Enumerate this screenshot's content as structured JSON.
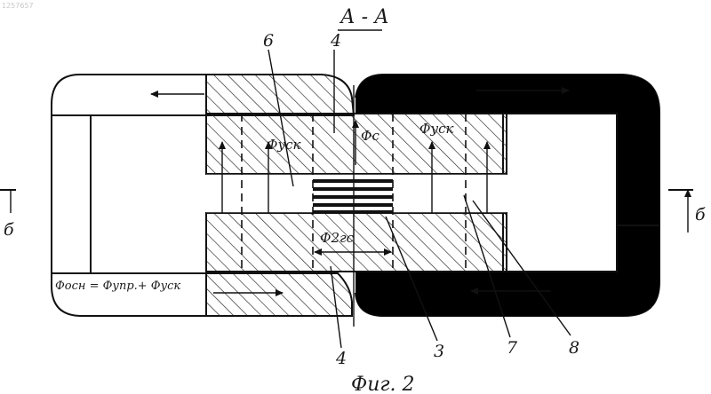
{
  "figure": {
    "corner_mark": "1257657",
    "section_title": "А - А",
    "caption": "Фиг. 2"
  },
  "labels": {
    "ref_6": "6",
    "ref_4_top": "4",
    "ref_4_bottom": "4",
    "ref_3": "3",
    "ref_7": "7",
    "ref_8": "8",
    "section_left": "б",
    "section_right": "б"
  },
  "flux": {
    "f_usk_left": "Фуск",
    "f_c": "Фс",
    "f_usk_right": "Фуск",
    "f_2g": "Ф2гс",
    "f_osn": "Фосн = Фупр.+ Фуск"
  }
}
